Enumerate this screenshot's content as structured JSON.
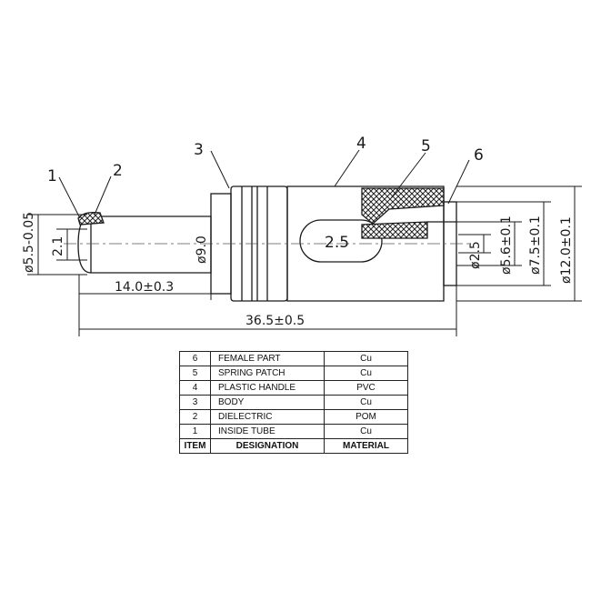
{
  "callouts": [
    "1",
    "2",
    "3",
    "4",
    "5",
    "6"
  ],
  "dimensions": {
    "outer_left": "ø5.5-0.05",
    "inner_pin": "2.1",
    "body_dia": "ø9.0",
    "slot": "2.5",
    "length_pin": "14.0±0.3",
    "length_total": "36.5±0.5",
    "dia_2_5": "ø2.5",
    "dia_5_6": "ø5.6±0.1",
    "dia_7_5": "ø7.5±0.1",
    "dia_12": "ø12.0±0.1"
  },
  "bom": {
    "rows": [
      {
        "item": "6",
        "designation": "FEMALE  PART",
        "material": "Cu"
      },
      {
        "item": "5",
        "designation": "SPRING  PATCH",
        "material": "Cu"
      },
      {
        "item": "4",
        "designation": "PLASTIC  HANDLE",
        "material": "PVC"
      },
      {
        "item": "3",
        "designation": "BODY",
        "material": "Cu"
      },
      {
        "item": "2",
        "designation": "DIELECTRIC",
        "material": "POM"
      },
      {
        "item": "1",
        "designation": "INSIDE  TUBE",
        "material": "Cu"
      }
    ],
    "header": {
      "item": "ITEM",
      "designation": "DESIGNATION",
      "material": "MATERIAL"
    }
  }
}
